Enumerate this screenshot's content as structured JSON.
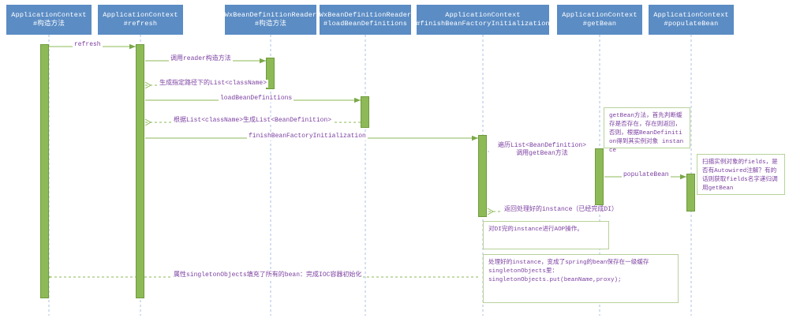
{
  "diagram": {
    "type": "uml-sequence-diagram",
    "title": "Spring IOC container initialization sequence",
    "colors": {
      "header_fill": "#5b8cc4",
      "header_text": "#ffffff",
      "activation_fill": "#8dba57",
      "activation_border": "#6f9a3c",
      "message_text": "#7b3fa0",
      "message_line_green": "#8dba57",
      "message_line_blue": "#a8bde0",
      "lifeline_dash": "#a8c0e0",
      "note_border": "#b8d19a",
      "note_fill": "#ffffff"
    }
  },
  "lifelines": [
    {
      "id": "ctx-ctor",
      "class_name": "ApplicationContext",
      "method": "#构造方法"
    },
    {
      "id": "ctx-refresh",
      "class_name": "ApplicationContext",
      "method": "#refresh"
    },
    {
      "id": "reader-ctor",
      "class_name": "WxBeanDefinitionReader",
      "method": "#构造方法"
    },
    {
      "id": "reader-load",
      "class_name": "WxBeanDefinitionReader",
      "method": "#loadBeanDefinitions"
    },
    {
      "id": "ctx-finish",
      "class_name": "ApplicationContext",
      "method": "#finishBeanFactoryInitialization"
    },
    {
      "id": "ctx-getbean",
      "class_name": "ApplicationContext",
      "method": "#getBean"
    },
    {
      "id": "ctx-populate",
      "class_name": "ApplicationContext",
      "method": "#populateBean"
    }
  ],
  "messages": [
    {
      "id": "m1",
      "label": "refresh",
      "kind": "call",
      "color": "green"
    },
    {
      "id": "m2",
      "label": "调用reader构造方法",
      "kind": "call",
      "color": "green"
    },
    {
      "id": "m3",
      "label": "生成指定路径下的List<className>",
      "kind": "return",
      "color": "green"
    },
    {
      "id": "m4",
      "label": "loadBeanDefinitions",
      "kind": "call",
      "color": "green"
    },
    {
      "id": "m5",
      "label": "根据List<className>生成List<BeanDefinition>",
      "kind": "return",
      "color": "green"
    },
    {
      "id": "m6",
      "label": "finishBeanFactoryInitialization",
      "kind": "call",
      "color": "green"
    },
    {
      "id": "m7",
      "label_line1": "遍历List<BeanDefinition>",
      "label_line2": "调用getBean方法",
      "kind": "call",
      "color": "blue"
    },
    {
      "id": "m8",
      "label": "populateBean",
      "kind": "call",
      "color": "green"
    },
    {
      "id": "m9",
      "label": "返回处理好的instance（已经完成DI）",
      "kind": "return",
      "color": "green"
    },
    {
      "id": "m10",
      "label": "属性singletonObjects填充了所有的bean：完成IOC容器初始化",
      "kind": "return",
      "color": "green"
    }
  ],
  "notes": [
    {
      "id": "note-getbean",
      "text": "getBean方法，首先判断缓存是否存在，存在则返回，否则，根据BeanDefinition得到其实例对象 instance"
    },
    {
      "id": "note-populate",
      "text": "扫描实例对象的fields，是否有Autowired注解？有的话则获取fields名字递归调用getBean"
    },
    {
      "id": "note-aop",
      "text": "对DI完的instance进行AOP操作。"
    },
    {
      "id": "note-singleton",
      "line1": "处理好的instance，变成了spring的bean保存在一级缓存",
      "line2": "singletonObjects里：",
      "line3": "singletonObjects.put(beanName,proxy);"
    }
  ]
}
